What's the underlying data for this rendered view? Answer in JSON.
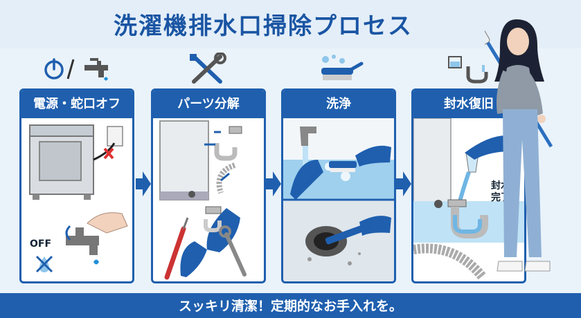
{
  "title": "洗濯機排水口掃除プロセス",
  "steps": [
    {
      "label": "電源・蛇口オフ",
      "icon": "power-faucet-icon"
    },
    {
      "label": "パーツ分解",
      "icon": "tools-icon"
    },
    {
      "label": "洗浄",
      "icon": "brush-bubbles-icon"
    },
    {
      "label": "封水復旧",
      "icon": "water-trap-icon"
    }
  ],
  "step1": {
    "off_label": "OFF"
  },
  "step4": {
    "done_label_line1": "封水",
    "done_label_line2": "完了"
  },
  "footer": {
    "text": "スッキリ清潔！定期的なお手入れを。"
  },
  "colors": {
    "primary": "#1f5fae",
    "background": "#eaf3fa",
    "water": "#8fc6ea"
  }
}
